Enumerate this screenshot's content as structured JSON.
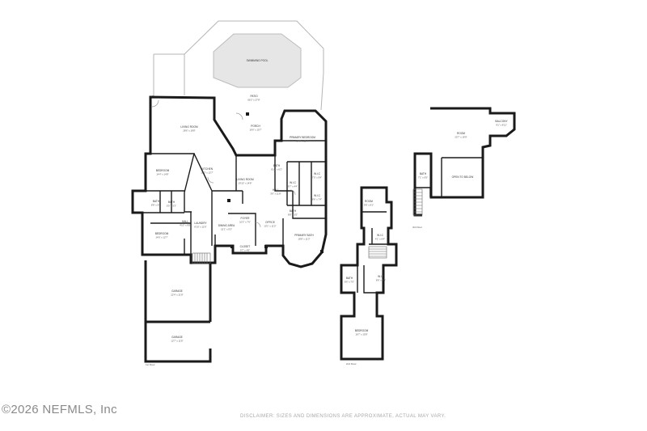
{
  "watermark": "©2026 NEFMLS, Inc",
  "disclaimer": "DISCLAIMER: SIZES AND DIMENSIONS ARE APPROXIMATE, ACTUAL MAY VARY.",
  "floors": {
    "first": "1st Floor",
    "second": "2nd Floor",
    "third": "3rd Floor"
  },
  "rooms": {
    "swimming_pool": {
      "name": "SWIMMING POOL",
      "dims": ""
    },
    "patio": {
      "name": "PATIO",
      "dims": "66'2\" x 27'8\""
    },
    "living_room_1": {
      "name": "LIVING ROOM",
      "dims": "28'6\" x 18'8\""
    },
    "porch": {
      "name": "PORCH",
      "dims": "16'6\" x 15'7\""
    },
    "primary_bedroom": {
      "name": "PRIMARY BEDROOM",
      "dims": "17'8\" x 21'4\""
    },
    "bedroom_1": {
      "name": "BEDROOM",
      "dims": "14'4\" x 14'8\""
    },
    "kitchen": {
      "name": "KITCHEN",
      "dims": "18'3\" x 12'7\""
    },
    "living_room_2": {
      "name": "LIVING ROOM",
      "dims": "19'10\" x 14'8\""
    },
    "bath_1": {
      "name": "BATH",
      "dims": "6'10\" x 6'2\""
    },
    "wic_1": {
      "name": "W.I.C",
      "dims": "7'0\" x 9'4\""
    },
    "wic_2": {
      "name": "W.I.C",
      "dims": "8'6\" x 7'4\""
    },
    "bath_2": {
      "name": "BATH",
      "dims": "8'8\" x 5'5\""
    },
    "wic_3": {
      "name": "W.I.C",
      "dims": "6'7\" x 4'4\""
    },
    "hall": {
      "name": "HALL",
      "dims": "3'6\" x 11'8\""
    },
    "bath_3": {
      "name": "BATH",
      "dims": "8'8\" x 5'5\""
    },
    "bath_4": {
      "name": "BATH",
      "dims": "5'5\" x 5'3\""
    },
    "bedroom_2": {
      "name": "BEDROOM",
      "dims": "14'6\" x 12'7\""
    },
    "hall_2": {
      "name": "HALL",
      "dims": "4'10\" x 6'8\""
    },
    "laundry": {
      "name": "LAUNDRY",
      "dims": "8'10\" x 11'6\""
    },
    "dining_area": {
      "name": "DINING AREA",
      "dims": "15'1\" x 9'3\""
    },
    "foyer": {
      "name": "FOYER",
      "dims": "10'3\" x 7'6\""
    },
    "office": {
      "name": "OFFICE",
      "dims": "10'1\" x 11'0\""
    },
    "primary_bath": {
      "name": "PRIMARY BATH",
      "dims": "18'8\" x 11'3\""
    },
    "closet": {
      "name": "CLOSET",
      "dims": "9'7\" x 4'8\""
    },
    "garage_1": {
      "name": "GARAGE",
      "dims": "22'4\" x 21'8\""
    },
    "garage_2": {
      "name": "GARAGE",
      "dims": "12'7\" x 11'8\""
    },
    "room_2f": {
      "name": "ROOM",
      "dims": "9'8\" x 8'1\""
    },
    "wic_2f": {
      "name": "W.I.C",
      "dims": "4'1\" x 6'4\""
    },
    "bath_2f": {
      "name": "BATH",
      "dims": "8'6\" x 7'0\""
    },
    "wic_2f_b": {
      "name": "W.I.C",
      "dims": "8'6\" x 7'4\""
    },
    "bedroom_2f": {
      "name": "BEDROOM",
      "dims": "16'7\" x 15'8\""
    },
    "room_3f": {
      "name": "ROOM",
      "dims": "23'7\" x 16'9\""
    },
    "balcony": {
      "name": "BALCONY",
      "dims": "9'1\" x 8'11\""
    },
    "bath_3f": {
      "name": "BATH",
      "dims": "7'1\" x 6'5\""
    },
    "open_to_below": {
      "name": "OPEN TO BELOW",
      "dims": ""
    }
  }
}
